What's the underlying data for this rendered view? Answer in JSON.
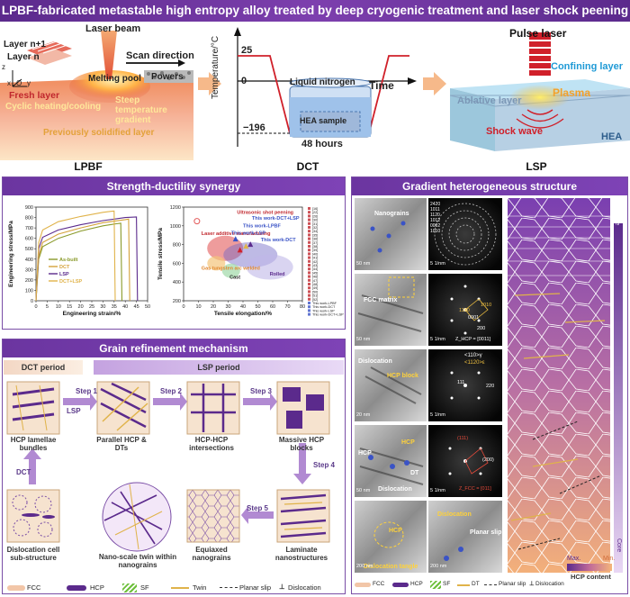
{
  "banner": {
    "title": "LPBF-fabricated metastable high entropy alloy treated by deep cryogenic treatment and laser shock peening"
  },
  "lpbf": {
    "label": "LPBF",
    "layer_n1": "Layer n+1",
    "layer_n": "Layer n",
    "laser_beam": "Laser beam",
    "scan_direction": "Scan direction",
    "melting_pool": "Melting pool",
    "powers": "Powers",
    "fresh_layer": "Fresh layer",
    "cyclic": "Cyclic heating/cooling",
    "gradient": "Steep temperature gradient",
    "solidified": "Previously solidified layer",
    "axis_z": "z",
    "axis_x": "x",
    "axis_y": "y",
    "axis_o": "O"
  },
  "dct": {
    "label": "DCT",
    "ylabel": "Temperature/°C",
    "t25": "25",
    "t0": "0",
    "t196": "−196",
    "time": "Time",
    "ln2": "Liquid nitrogen",
    "sample": "HEA sample",
    "hours": "48 hours"
  },
  "lsp": {
    "label": "LSP",
    "pulse": "Pulse laser",
    "confining": "Confining layer",
    "ablative": "Ablative layer",
    "plasma": "Plasma",
    "shock": "Shock wave",
    "hea": "HEA"
  },
  "ssyn": {
    "title": "Strength-ductility synergy",
    "ylabel1": "Engineering stress/MPa",
    "xlabel1": "Engineering strain/%",
    "yticks1": [
      "0",
      "100",
      "200",
      "300",
      "400",
      "500",
      "600",
      "700",
      "800",
      "900"
    ],
    "xticks1": [
      "0",
      "5",
      "10",
      "15",
      "20",
      "25",
      "30",
      "35",
      "40",
      "45",
      "50"
    ],
    "legend1": [
      "As-built",
      "DCT",
      "LSP",
      "DCT+LSP"
    ],
    "ylabel2": "Tensile stress/MPa",
    "xlabel2": "Tensile elongation/%",
    "yticks2": [
      "200",
      "400",
      "600",
      "800",
      "1000",
      "1200"
    ],
    "xticks2": [
      "0",
      "10",
      "20",
      "30",
      "40",
      "50",
      "60",
      "70",
      "80"
    ],
    "ann_usp": "Ultrasonic shot peening",
    "ann_lam": "Laser additive manufacturing",
    "ann_gtaw": "Gas tungsten arc welded",
    "ann_cast": "Cast",
    "ann_rolled": "Rolled",
    "ann_lpbf": "This work-LPBF",
    "ann_lsp": "This work-LSP",
    "ann_dct": "This work-DCT",
    "ann_dctlsp": "This work-DCT+LSP",
    "refs": [
      "[16]",
      "[22]",
      "[26]",
      "[30]",
      "[31]",
      "[32]",
      "[34]",
      "[35]",
      "[36]",
      "[37]",
      "[38]",
      "[39]",
      "[40]",
      "[41]",
      "[42]",
      "[43]",
      "[44]",
      "[45]",
      "[46]",
      "[47]",
      "[48]",
      "[49]",
      "[50]",
      "[51]",
      "[52]"
    ],
    "refs_work": [
      "This work-LPBF",
      "This work-DCT",
      "This work-LSP",
      "This work-DCT+LSP"
    ]
  },
  "grain": {
    "title": "Grain refinement mechanism",
    "dct_period": "DCT period",
    "lsp_period": "LSP period",
    "t1": "HCP lamellae bundles",
    "t2": "Parallel HCP & DTs",
    "t3": "HCP-HCP intersections",
    "t4": "Massive HCP blocks",
    "t5": "Dislocation cell sub-structure",
    "t6": "Nano-scale twin within nanograins",
    "t7": "Equiaxed nanograins",
    "t8": "Laminate nanostructures",
    "step1": "Step 1",
    "step2": "Step 2",
    "step3": "Step 3",
    "step4": "Step 4",
    "step5": "Step 5",
    "lsp_arrow": "LSP",
    "dct_arrow": "DCT"
  },
  "gradient": {
    "title": "Gradient heterogeneous structure",
    "surface": "Surface",
    "core": "Core",
    "max": "Max.",
    "min": "Min.",
    "hcp_content": "HCP content",
    "tem1": "Nanograins",
    "tem2": "FCC matrix",
    "tem3": "HCP block",
    "tem3b": "Dislocation",
    "tem4a": "HCP",
    "tem4b": "HCP",
    "tem4c": "DT",
    "tem4d": "Dislocation",
    "tem5a": "HCP",
    "tem5b": "Dislocation tangle",
    "tem5c": "Dislocation",
    "tem5d": "Planar slip",
    "d1": "2420\n1011\n1120\n1012\n0002\n1010",
    "d2a": "1010",
    "d2b": "0001",
    "d2c": "1100",
    "d2d": "200",
    "d2e": "Z_HCP = [0011]",
    "d3a": "<110>γ",
    "d3b": "<1120>ε",
    "d3c": "111",
    "d3d": "220",
    "d4a": "(111)",
    "d4b": "(200)",
    "d4c": "Z_FCC = [011]",
    "scales": [
      "50 nm",
      "5 1/nm",
      "50 nm",
      "5 1/nm",
      "20 nm",
      "5 1/nm",
      "50 nm",
      "5 1/nm",
      "200 nm",
      "200 nm"
    ]
  },
  "legend": {
    "fcc": "FCC",
    "hcp": "HCP",
    "sf": "SF",
    "twin": "Twin",
    "planar": "Planar slip",
    "disl": "Dislocation",
    "fcc2": "FCC",
    "hcp2": "HCP",
    "sf2": "SF",
    "dt2": "DT",
    "planar2": "Planar slip",
    "disl2": "Dislocation"
  },
  "chart_data": [
    {
      "type": "line",
      "xlabel": "Engineering strain/%",
      "ylabel": "Engineering stress/MPa",
      "xlim": [
        0,
        50
      ],
      "ylim": [
        0,
        900
      ],
      "series": [
        {
          "name": "As-built",
          "x": [
            0,
            1.2,
            3,
            10,
            20,
            30,
            36,
            38,
            38.5
          ],
          "y": [
            0,
            400,
            520,
            600,
            670,
            720,
            740,
            745,
            0
          ],
          "color": "#8a9a2a"
        },
        {
          "name": "DCT",
          "x": [
            0,
            1.2,
            3,
            10,
            20,
            30,
            40,
            41.5,
            42
          ],
          "y": [
            0,
            430,
            560,
            640,
            700,
            750,
            780,
            785,
            0
          ],
          "color": "#d4a23a"
        },
        {
          "name": "LSP",
          "x": [
            0,
            1.2,
            3,
            10,
            20,
            30,
            40,
            45,
            45.5
          ],
          "y": [
            0,
            500,
            610,
            680,
            730,
            770,
            800,
            805,
            0
          ],
          "color": "#5b2a8c"
        },
        {
          "name": "DCT+LSP",
          "x": [
            0,
            1.2,
            3,
            10,
            20,
            30,
            34,
            35,
            35.5
          ],
          "y": [
            0,
            560,
            680,
            760,
            810,
            850,
            860,
            862,
            0
          ],
          "color": "#e0b34a"
        }
      ]
    },
    {
      "type": "scatter",
      "xlabel": "Tensile elongation/%",
      "ylabel": "Tensile stress/MPa",
      "xlim": [
        0,
        80
      ],
      "ylim": [
        200,
        1200
      ],
      "series": [
        {
          "name": "This work-LPBF",
          "x": [
            38
          ],
          "y": [
            745
          ]
        },
        {
          "name": "This work-DCT",
          "x": [
            42
          ],
          "y": [
            785
          ]
        },
        {
          "name": "This work-LSP",
          "x": [
            45
          ],
          "y": [
            805
          ]
        },
        {
          "name": "This work-DCT+LSP",
          "x": [
            35
          ],
          "y": [
            862
          ]
        }
      ]
    }
  ]
}
